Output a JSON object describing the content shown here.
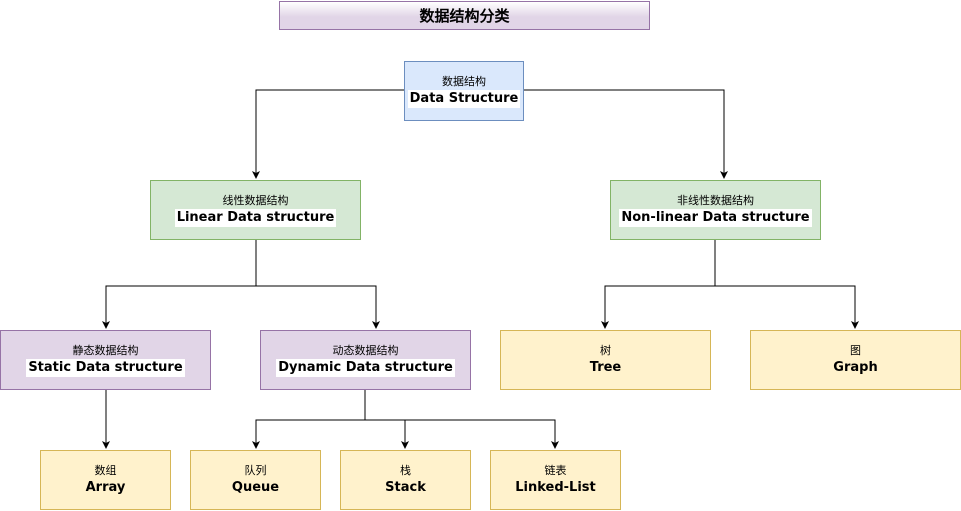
{
  "title": "数据结构分类",
  "nodes": {
    "root": {
      "cn": "数据结构",
      "en": "Data Structure"
    },
    "linear": {
      "cn": "线性数据结构",
      "en": "Linear Data structure"
    },
    "nonlinear": {
      "cn": "非线性数据结构",
      "en": "Non-linear Data structure"
    },
    "static": {
      "cn": "静态数据结构",
      "en": "Static Data structure"
    },
    "dynamic": {
      "cn": "动态数据结构",
      "en": "Dynamic Data structure"
    },
    "tree": {
      "cn": "树",
      "en": "Tree"
    },
    "graph": {
      "cn": "图",
      "en": "Graph"
    },
    "array": {
      "cn": "数组",
      "en": "Array"
    },
    "queue": {
      "cn": "队列",
      "en": "Queue"
    },
    "stack": {
      "cn": "栈",
      "en": "Stack"
    },
    "linkedlist": {
      "cn": "链表",
      "en": "Linked-List"
    }
  },
  "colors": {
    "blue_fill": "#dae8fc",
    "blue_stroke": "#6c8ebf",
    "green_fill": "#d5e8d4",
    "green_stroke": "#82b366",
    "purple_fill": "#e1d5e7",
    "purple_stroke": "#9673a6",
    "yellow_fill": "#fff2cc",
    "yellow_stroke": "#d6b656"
  }
}
